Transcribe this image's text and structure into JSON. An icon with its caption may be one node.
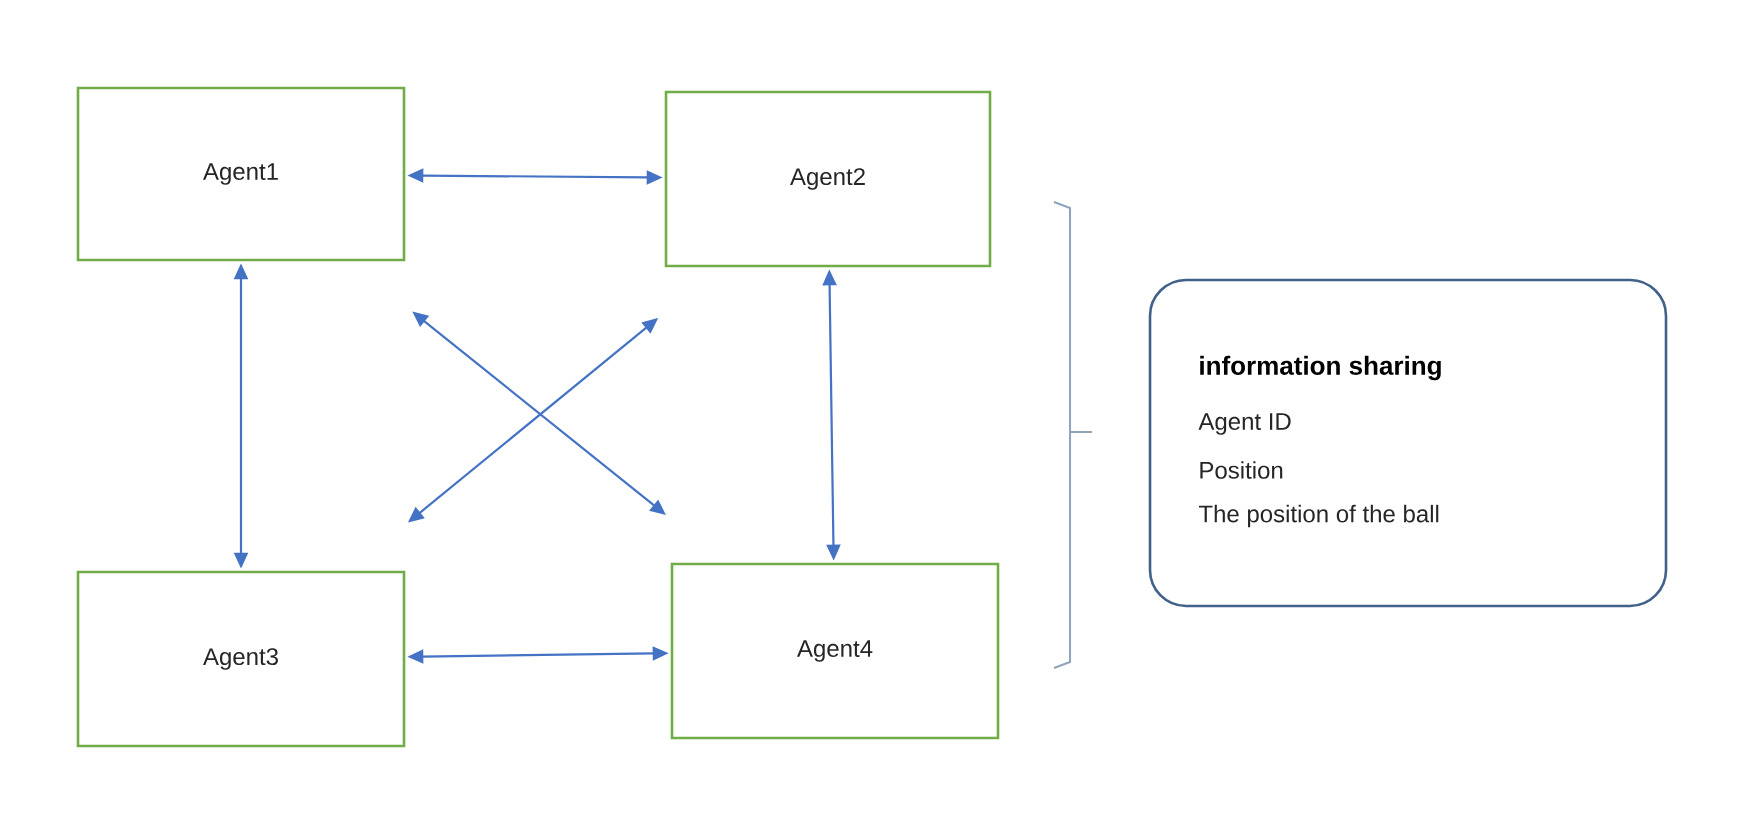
{
  "diagram": {
    "nodes": [
      {
        "text": [
          "Agent1"
        ]
      },
      {
        "text": [
          "Agent2"
        ]
      },
      {
        "text": [
          "Agent3"
        ]
      },
      {
        "text": [
          "Agent4"
        ]
      },
      {
        "text": [
          "information sharing",
          "Agent ID",
          "Position",
          "The position of the ball"
        ]
      }
    ],
    "edges": [
      {
        "from": 0,
        "to": 1,
        "arrow": "both"
      },
      {
        "from": 0,
        "to": 2,
        "arrow": "both"
      },
      {
        "from": 1,
        "to": 3,
        "arrow": "both"
      },
      {
        "from": 2,
        "to": 3,
        "arrow": "both"
      },
      {
        "from": 0,
        "to": 3,
        "arrow": "both"
      },
      {
        "from": 1,
        "to": 2,
        "arrow": "both"
      }
    ]
  }
}
